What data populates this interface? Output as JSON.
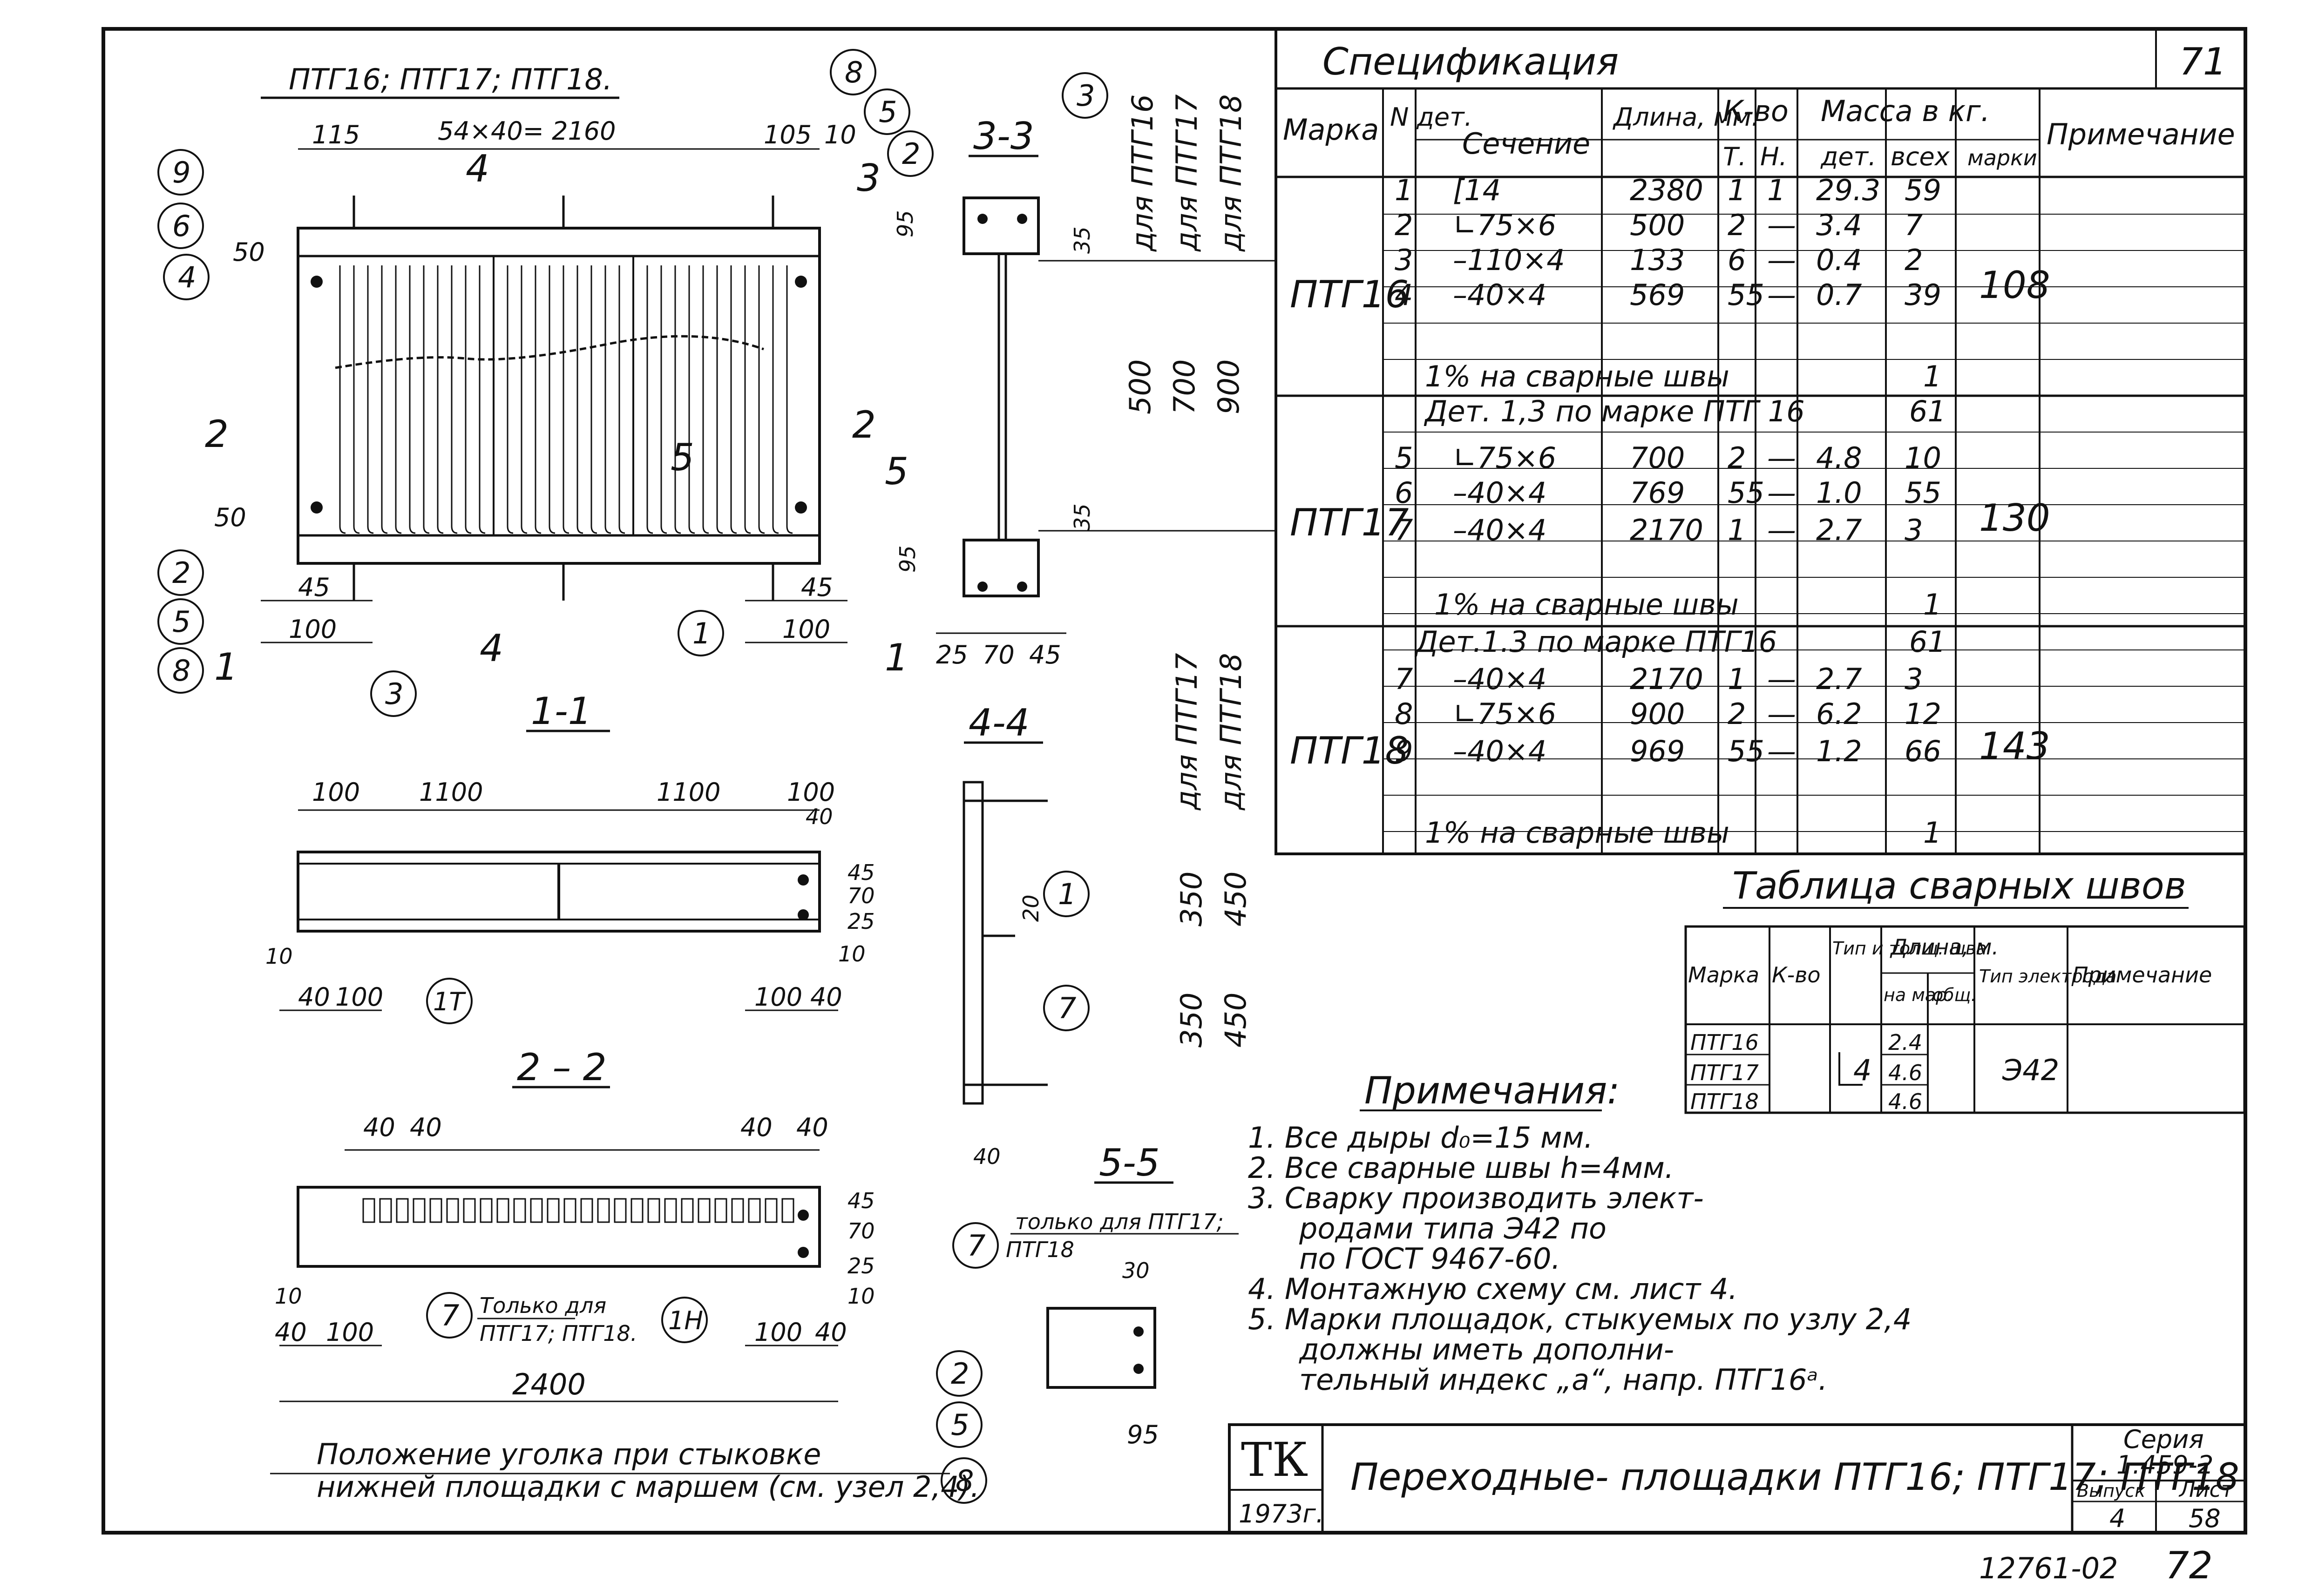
{
  "drawing_title": "ПТГ16; ПТГ17; ПТГ18.",
  "sections": {
    "s11": "1-1",
    "s22": "2 – 2",
    "s33": "3-3",
    "s44": "4-4",
    "s55": "5-5"
  },
  "plan_dims": {
    "top_left": "115",
    "top_mid": "54×40= 2160",
    "top_right": "105",
    "top_right2": "10",
    "d50a": "50",
    "d50b": "50",
    "d45": "45",
    "d100a": "100",
    "d45b": "45",
    "d100b": "100"
  },
  "callouts": [
    "9",
    "6",
    "4",
    "2",
    "5",
    "8",
    "3",
    "1",
    "1T",
    "1H",
    "7"
  ],
  "cut_marks": {
    "c4": "4",
    "c2": "2",
    "c5": "5",
    "c1": "1",
    "c3": "3"
  },
  "sec11_dims": {
    "a": "100",
    "b": "1100",
    "c": "1100",
    "d": "100",
    "e": "40",
    "f": "45",
    "g": "70",
    "h": "25",
    "i": "10",
    "j": "40",
    "k": "100",
    "l": "100",
    "m": "40",
    "n": "10"
  },
  "sec22_dims": {
    "a": "40",
    "b": "40",
    "c": "40",
    "d": "40",
    "e": "45",
    "f": "70",
    "g": "25",
    "h": "10",
    "i": "40",
    "j": "100",
    "k": "100",
    "l": "40",
    "m": "10",
    "total": "2400"
  },
  "sec33_dims": {
    "a": "95",
    "b": "35",
    "c": "500",
    "d": "700",
    "e": "900",
    "f": "35",
    "g": "95",
    "h": "25",
    "i": "70",
    "j": "45"
  },
  "sec44_dims": {
    "a": "20",
    "b": "350",
    "c": "450",
    "d": "350",
    "e": "450",
    "f": "40"
  },
  "sec55_dims": {
    "a": "30",
    "b": "95"
  },
  "vert_labels": {
    "l16": "для ПТГ16",
    "l17": "для ПТГ17",
    "l18": "для ПТГ18",
    "l17b": "для ПТГ17",
    "l18b": "для ПТГ18"
  },
  "notes_small": {
    "only17_18_a": "Только для",
    "only17_18_b": "ПТГ17; ПТГ18.",
    "only17_a": "только для ПТГ17;",
    "only17_b": "ПТГ18",
    "position_a": "Положение уголка при стыковке",
    "position_b": "нижней площадки с маршем (см. узел 2,4)."
  },
  "spec": {
    "title": "Спецификация",
    "sheet_no": "71",
    "headers": {
      "marka": "Марка",
      "ndet": "N дет.",
      "sech": "Сечение",
      "len": "Длина, мм.",
      "kvo": "К-во",
      "t": "Т.",
      "n": "Н.",
      "mass": "Масса в кг.",
      "det": "дет.",
      "vseh": "всех",
      "marki": "марки",
      "prim": "Примечание"
    },
    "rows": [
      {
        "marka": "ПТГ16",
        "det": "1",
        "sech": "[14",
        "len": "2380",
        "t": "1",
        "n": "1",
        "m_det": "29.3",
        "m_all": "59"
      },
      {
        "marka": "",
        "det": "2",
        "sech": "∟75×6",
        "len": "500",
        "t": "2",
        "n": "—",
        "m_det": "3.4",
        "m_all": "7"
      },
      {
        "marka": "",
        "det": "3",
        "sech": "–110×4",
        "len": "133",
        "t": "6",
        "n": "—",
        "m_det": "0.4",
        "m_all": "2"
      },
      {
        "marka": "",
        "det": "4",
        "sech": "–40×4",
        "len": "569",
        "t": "55",
        "n": "—",
        "m_det": "0.7",
        "m_all": "39"
      },
      {
        "marka": "ПТГ17",
        "det": "5",
        "sech": "∟75×6",
        "len": "700",
        "t": "2",
        "n": "—",
        "m_det": "4.8",
        "m_all": "10"
      },
      {
        "marka": "",
        "det": "6",
        "sech": "–40×4",
        "len": "769",
        "t": "55",
        "n": "—",
        "m_det": "1.0",
        "m_all": "55"
      },
      {
        "marka": "",
        "det": "7",
        "sech": "–40×4",
        "len": "2170",
        "t": "1",
        "n": "—",
        "m_det": "2.7",
        "m_all": "3"
      },
      {
        "marka": "ПТГ18",
        "det": "7",
        "sech": "–40×4",
        "len": "2170",
        "t": "1",
        "n": "—",
        "m_det": "2.7",
        "m_all": "3"
      },
      {
        "marka": "",
        "det": "8",
        "sech": "∟75×6",
        "len": "900",
        "t": "2",
        "n": "—",
        "m_det": "6.2",
        "m_all": "12"
      },
      {
        "marka": "",
        "det": "9",
        "sech": "–40×4",
        "len": "969",
        "t": "55",
        "n": "—",
        "m_det": "1.2",
        "m_all": "66"
      }
    ],
    "weld_line": "1% на сварные швы",
    "weld_val": "1",
    "det13_16": "Дет. 1,3 по марке ПТГ 16",
    "det13_16_val": "61",
    "det13_18": "Дет.1.3 по марке ПТГ16",
    "det13_18_val": "61",
    "marka16": "ПТГ16",
    "marka17": "ПТГ17",
    "marka18": "ПТГ18",
    "total16": "108",
    "total17": "130",
    "total18": "143"
  },
  "weld_table": {
    "title": "Таблица сварных швов",
    "h_marka": "Марка",
    "h_kvo": "К-во",
    "h_tip": "Тип и толщ. шва",
    "h_len": "Длина, м.",
    "h_nam": "на мар.",
    "h_obsh": "общ.",
    "h_el": "Тип электрода",
    "h_prim": "Примечание",
    "rows": [
      {
        "marka": "ПТГ16",
        "len": "2.4"
      },
      {
        "marka": "ПТГ17",
        "len": "4.6"
      },
      {
        "marka": "ПТГ18",
        "len": "4.6"
      }
    ],
    "tip": "4",
    "electrode": "Э42"
  },
  "notes": {
    "title": "Примечания:",
    "items": [
      "1. Все дыры d₀=15 мм.",
      "2. Все сварные швы h=4мм.",
      "3. Сварку производить элект-",
      "родами типа Э42 по",
      "по ГОСТ 9467-60.",
      "4. Монтажную схему см. лист 4.",
      "5. Марки площадок, стыкуемых по узлу 2,4",
      "должны иметь дополни-",
      "тельный индекс „а“, напр. ПТГ16ᵃ."
    ]
  },
  "title_block": {
    "org": "ТК",
    "year": "1973г.",
    "title": "Переходные- площадки ПТГ16; ПТГ17; ПТГ18",
    "seria_label": "Серия",
    "seria": "1.459-2",
    "vypusk_label": "Выпуск",
    "vypusk": "4",
    "list_label": "Лист",
    "list": "58"
  },
  "archive": {
    "code": "12761-02",
    "page": "72"
  }
}
